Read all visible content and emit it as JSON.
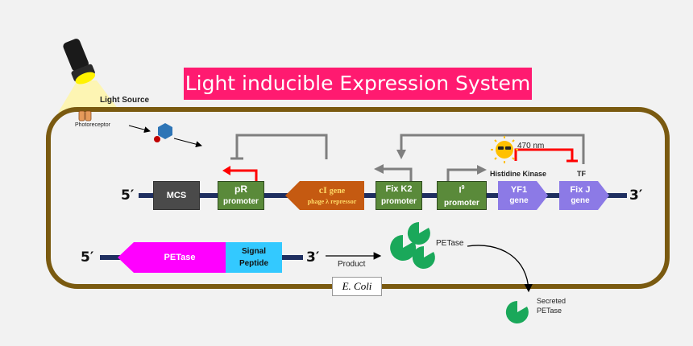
{
  "title": "Light inducible Expression System",
  "light_source_label": "Light Source",
  "photoreceptor_label": "Photoreceptor",
  "cell_label": "E. Coli",
  "construct1": {
    "five_prime": "5′",
    "three_prime": "3′",
    "mcs": "MCS",
    "pr_line1": "pR",
    "pr_line2": "promoter",
    "ci_line1a": "cI",
    "ci_line1b": "gene",
    "ci_line2": "phage λ repressor",
    "fixk2_line1": "Fix K2",
    "fixk2_line2": "promoter",
    "i9_base": "I",
    "i9_sup": "9",
    "i9_line2": "promoter",
    "yf1_line1": "YF1",
    "yf1_line2": "gene",
    "fixj_line1": "Fix J",
    "fixj_line2": "gene",
    "wavelength": "470 nm",
    "histidine_kinase": "Histidine Kinase",
    "tf": "TF"
  },
  "construct2": {
    "five_prime": "5′",
    "three_prime": "3′",
    "petase": "PETase",
    "signal_line1": "Signal",
    "signal_line2": "Peptide",
    "product": "Product",
    "petase_label": "PETase",
    "secreted_line1": "Secreted",
    "secreted_line2": "PETase"
  }
}
